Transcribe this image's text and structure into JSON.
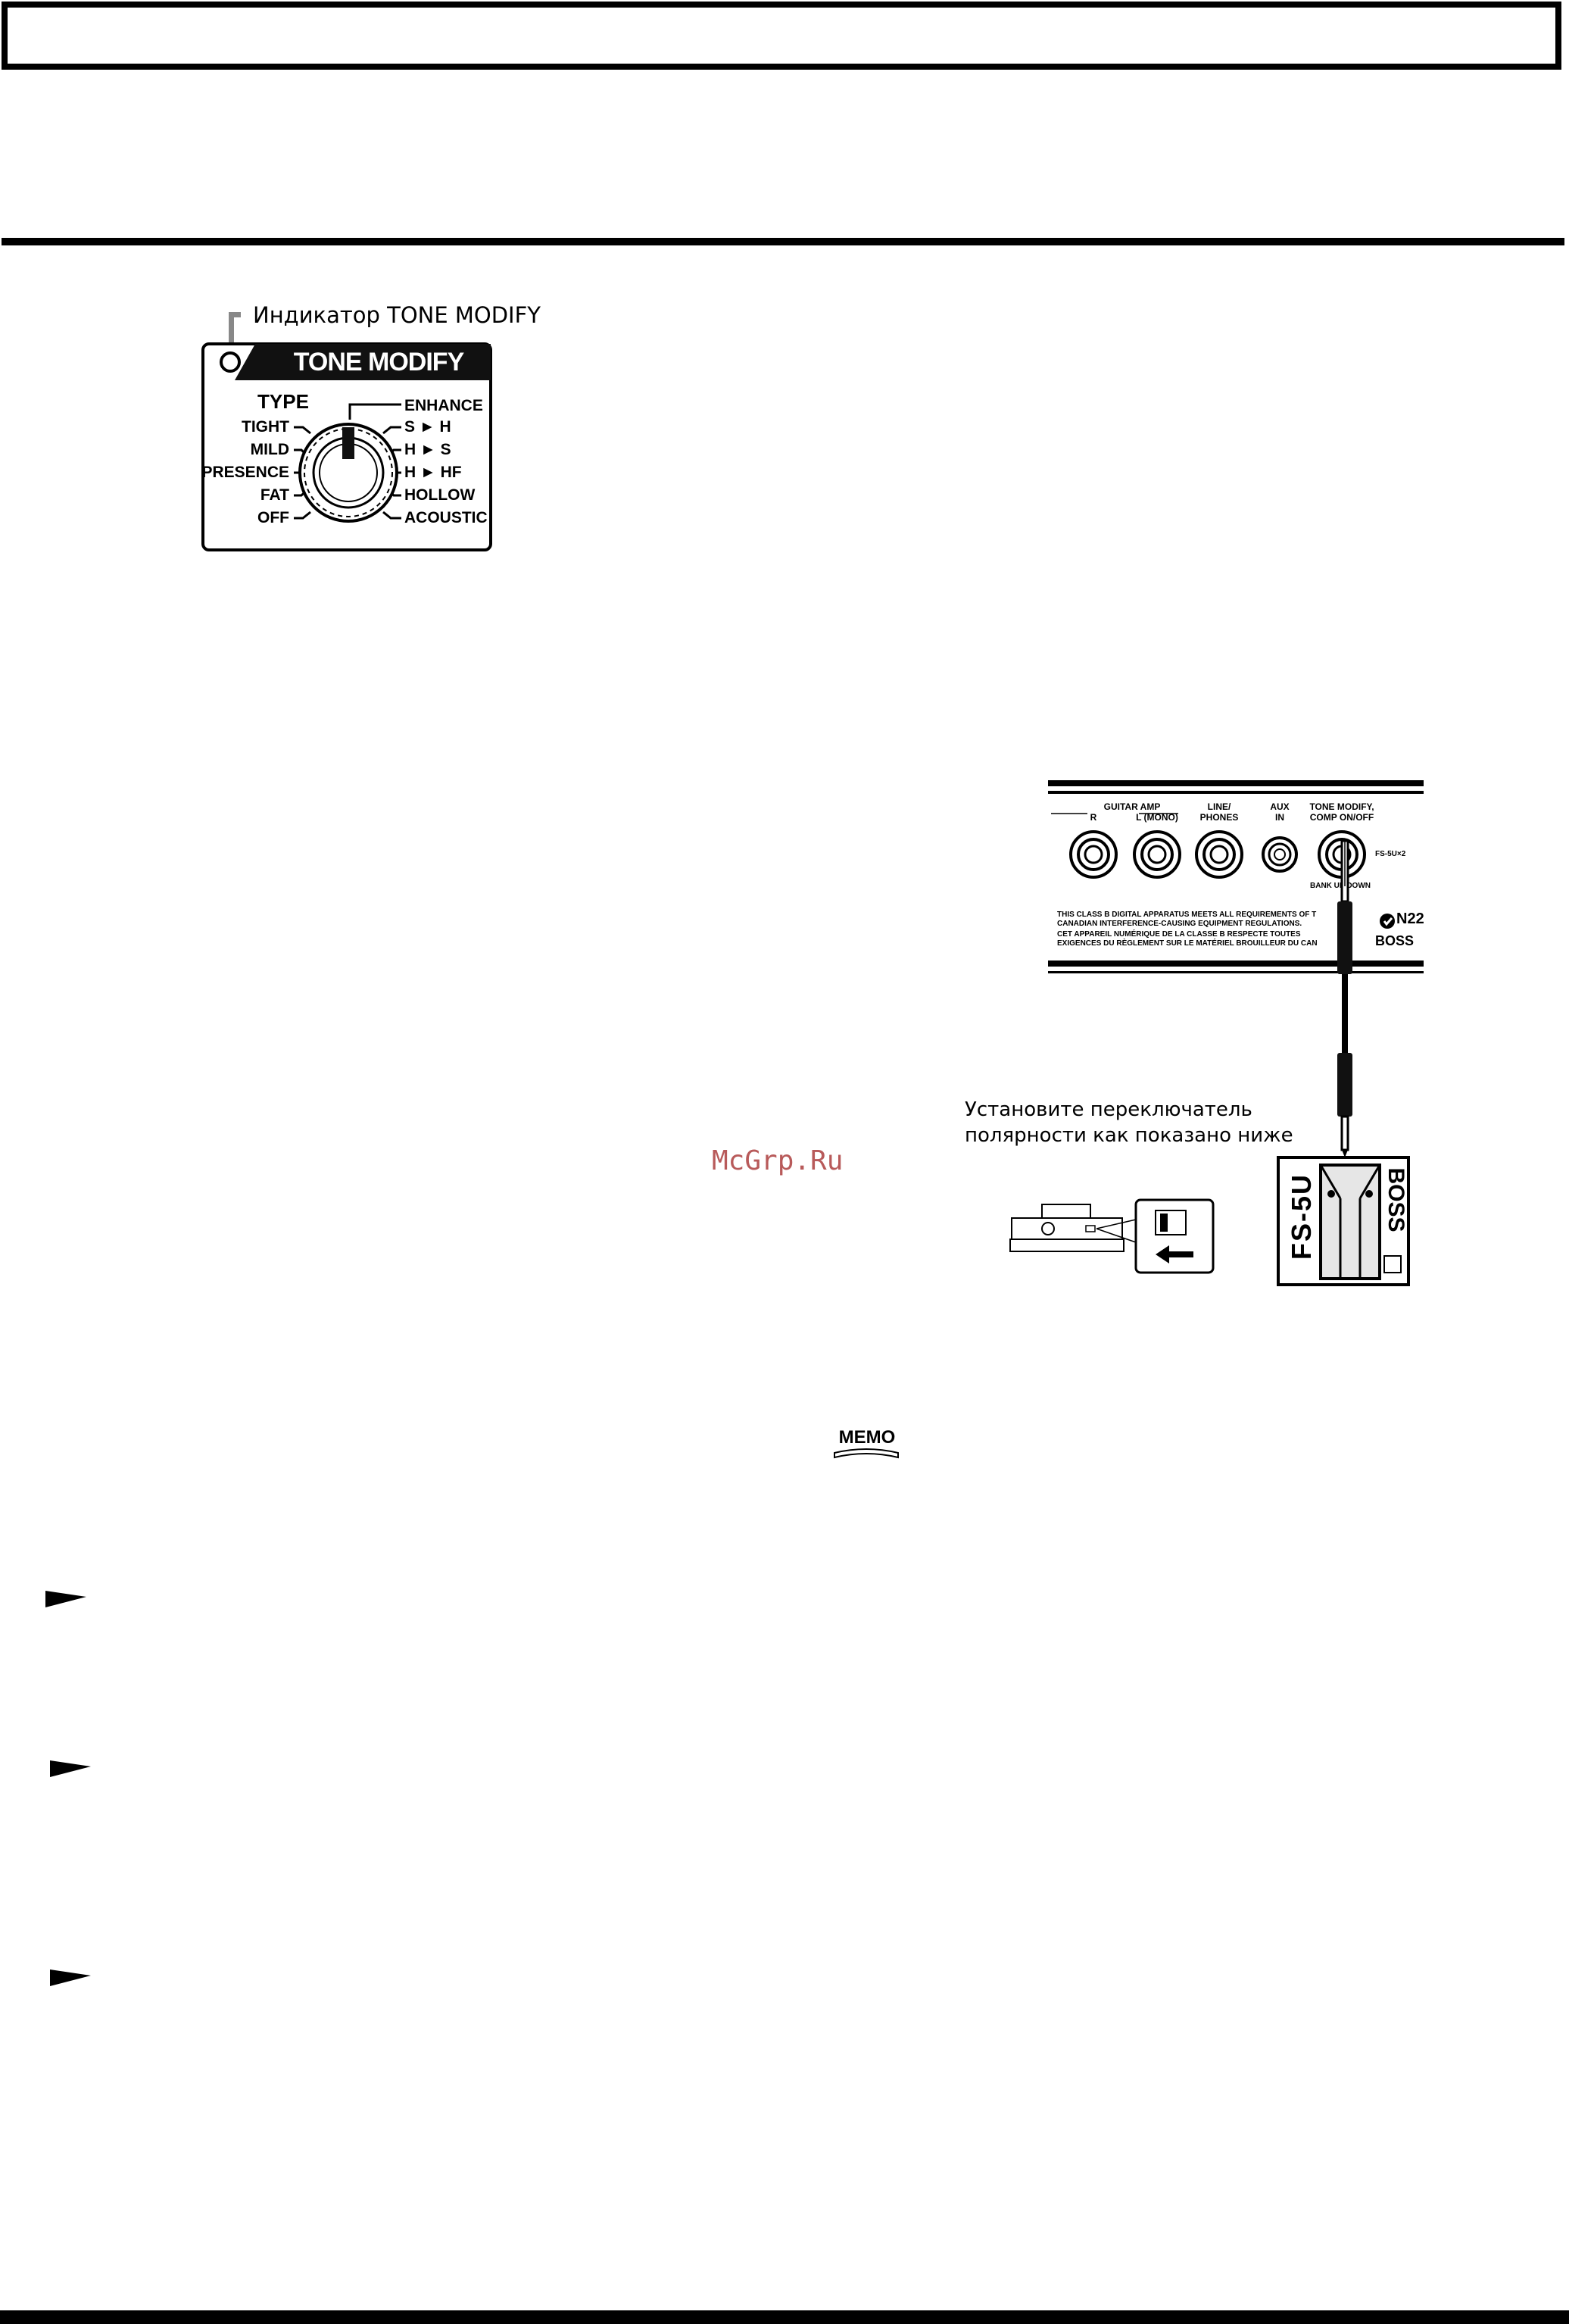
{
  "tone_modify_panel": {
    "indicator_label": "Индикатор TONE MODIFY",
    "title": "TONE MODIFY",
    "type_label": "TYPE",
    "left_positions": [
      "TIGHT",
      "MILD",
      "PRESENCE",
      "FAT",
      "OFF"
    ],
    "right_positions": [
      "ENHANCE",
      "S ► H",
      "H ► S",
      "H ► HF",
      "HOLLOW",
      "ACOUSTIC"
    ]
  },
  "rear_panel": {
    "guitar_amp_label": "GUITAR AMP",
    "jack_r": "R",
    "jack_l": "L (MONO)",
    "line_phones_1": "LINE/",
    "line_phones_2": "PHONES",
    "aux_1": "AUX",
    "aux_2": "IN",
    "tone_comp_1": "TONE MODIFY,",
    "tone_comp_2": "COMP ON/OFF",
    "fs_label": "FS-5U×2",
    "bank_label": "BANK UP/DOWN",
    "compliance_1": "THIS CLASS B DIGITAL APPARATUS MEETS ALL REQUIREMENTS OF T",
    "compliance_2": "CANADIAN INTERFERENCE-CAUSING EQUIPMENT REGULATIONS.",
    "compliance_3": "CET APPAREIL NUMÉRIQUE DE LA CLASSE B RESPECTE TOUTES",
    "compliance_4": "EXIGENCES DU RÈGLEMENT SUR LE MATÉRIEL BROUILLEUR DU CAN",
    "cert_mark": "N22",
    "brand": "BOSS"
  },
  "polarity_caption_line1": "Установите переключатель",
  "polarity_caption_line2": "полярности как показано ниже",
  "footswitch": {
    "model": "FS-5U",
    "brand": "BOSS"
  },
  "watermark": "McGrp.Ru",
  "memo_label": "MEMO",
  "colors": {
    "rule": "#000000",
    "indicator_lead": "#888888",
    "watermark": "#b85a5a"
  }
}
